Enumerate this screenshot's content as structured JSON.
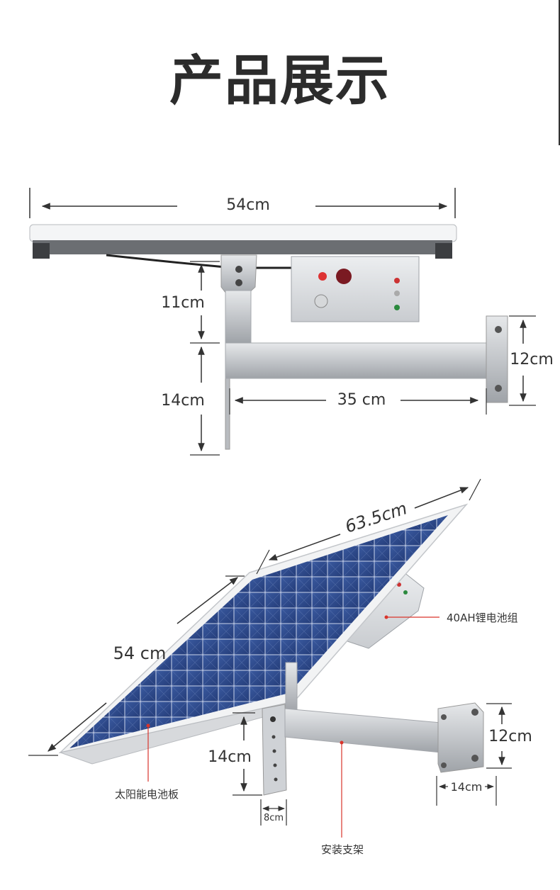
{
  "page": {
    "title": "产品展示"
  },
  "front_view": {
    "width_label": "54cm",
    "upper_height_label": "11cm",
    "lower_height_label": "14cm",
    "arm_length_label": "35 cm",
    "clamp_height_label": "12cm"
  },
  "perspective_view": {
    "panel_long_label": "63.5cm",
    "panel_short_label": "54 cm",
    "arm_height_label": "14cm",
    "clamp_height_label": "12cm",
    "clamp_width_label": "14cm",
    "bracket_width_label": "8cm",
    "callouts": {
      "battery": "40AH锂电池组",
      "solar_panel": "太阳能电池板",
      "mount": "安装支架"
    }
  },
  "colors": {
    "panel_blue": "#2f4a8a",
    "metal": "#c9ccd0",
    "callout_red": "#d9342b",
    "dimension_line": "#333333"
  }
}
